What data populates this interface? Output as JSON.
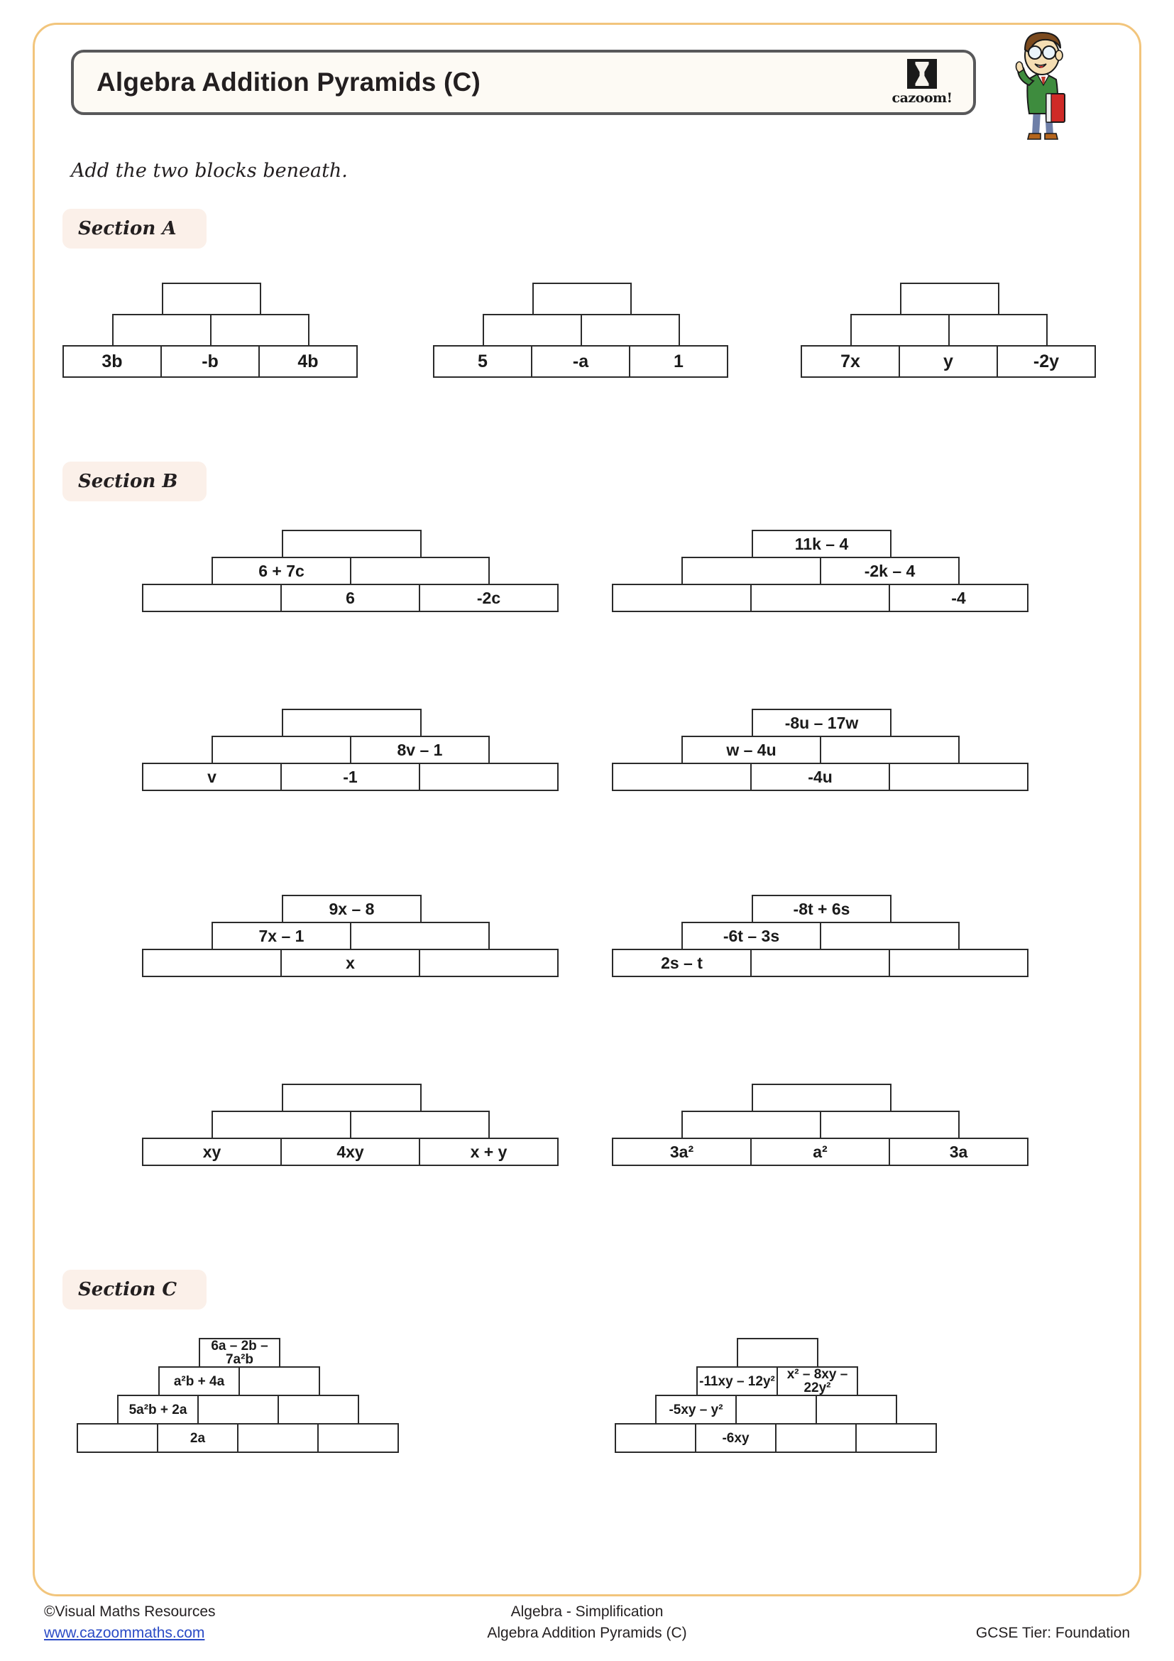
{
  "header": {
    "title": "Algebra Addition Pyramids (C)",
    "logo_word": "cazoom!",
    "logo_mark_name": "hourglass-logo-mark"
  },
  "instruction": "Add the two blocks beneath.",
  "sections": [
    {
      "id": "a",
      "label": "Section A"
    },
    {
      "id": "b",
      "label": "Section B"
    },
    {
      "id": "c",
      "label": "Section C"
    }
  ],
  "section_a": {
    "pyramids": [
      {
        "rows": [
          [
            "3b",
            "-b",
            "4b"
          ],
          [
            "",
            ""
          ],
          [
            ""
          ]
        ]
      },
      {
        "rows": [
          [
            "5",
            "-a",
            "1"
          ],
          [
            "",
            ""
          ],
          [
            ""
          ]
        ]
      },
      {
        "rows": [
          [
            "7x",
            "y",
            "-2y"
          ],
          [
            "",
            ""
          ],
          [
            ""
          ]
        ]
      }
    ]
  },
  "section_b": {
    "pyramids": [
      {
        "rows": [
          [
            "",
            "6",
            "-2c"
          ],
          [
            "6 + 7c",
            ""
          ],
          [
            ""
          ]
        ]
      },
      {
        "rows": [
          [
            "",
            "",
            "-4"
          ],
          [
            "",
            "-2k – 4"
          ],
          [
            "11k – 4"
          ]
        ]
      },
      {
        "rows": [
          [
            "v",
            "-1",
            ""
          ],
          [
            "",
            "8v – 1"
          ],
          [
            ""
          ]
        ]
      },
      {
        "rows": [
          [
            "",
            "-4u",
            ""
          ],
          [
            "w – 4u",
            ""
          ],
          [
            "-8u – 17w"
          ]
        ]
      },
      {
        "rows": [
          [
            "",
            "x",
            ""
          ],
          [
            "7x – 1",
            ""
          ],
          [
            "9x – 8"
          ]
        ]
      },
      {
        "rows": [
          [
            "2s – t",
            "",
            ""
          ],
          [
            "-6t – 3s",
            ""
          ],
          [
            "-8t + 6s"
          ]
        ]
      },
      {
        "rows": [
          [
            "xy",
            "4xy",
            "x + y"
          ],
          [
            "",
            ""
          ],
          [
            ""
          ]
        ]
      },
      {
        "rows": [
          [
            "3a²",
            "a²",
            "3a"
          ],
          [
            "",
            ""
          ],
          [
            ""
          ]
        ]
      }
    ]
  },
  "section_c": {
    "pyramids": [
      {
        "rows": [
          [
            "",
            "2a",
            "",
            ""
          ],
          [
            "5a²b + 2a",
            "",
            ""
          ],
          [
            "a²b + 4a",
            ""
          ],
          [
            "6a – 2b – 7a²b"
          ]
        ]
      },
      {
        "rows": [
          [
            "",
            "-6xy",
            "",
            ""
          ],
          [
            "-5xy – y²",
            "",
            ""
          ],
          [
            "-11xy – 12y²",
            "x² – 8xy – 22y²"
          ],
          [
            ""
          ]
        ]
      }
    ]
  },
  "footer": {
    "copyright": "©Visual Maths Resources",
    "website": "www.cazoommaths.com",
    "topic": "Algebra - Simplification",
    "worksheet": "Algebra Addition Pyramids (C)",
    "tier": "GCSE Tier: Foundation"
  },
  "colors": {
    "frame": "#F2C57C",
    "section_badge": "#FBF0E9",
    "title_border": "#58585A",
    "link": "#2B4BC6"
  }
}
